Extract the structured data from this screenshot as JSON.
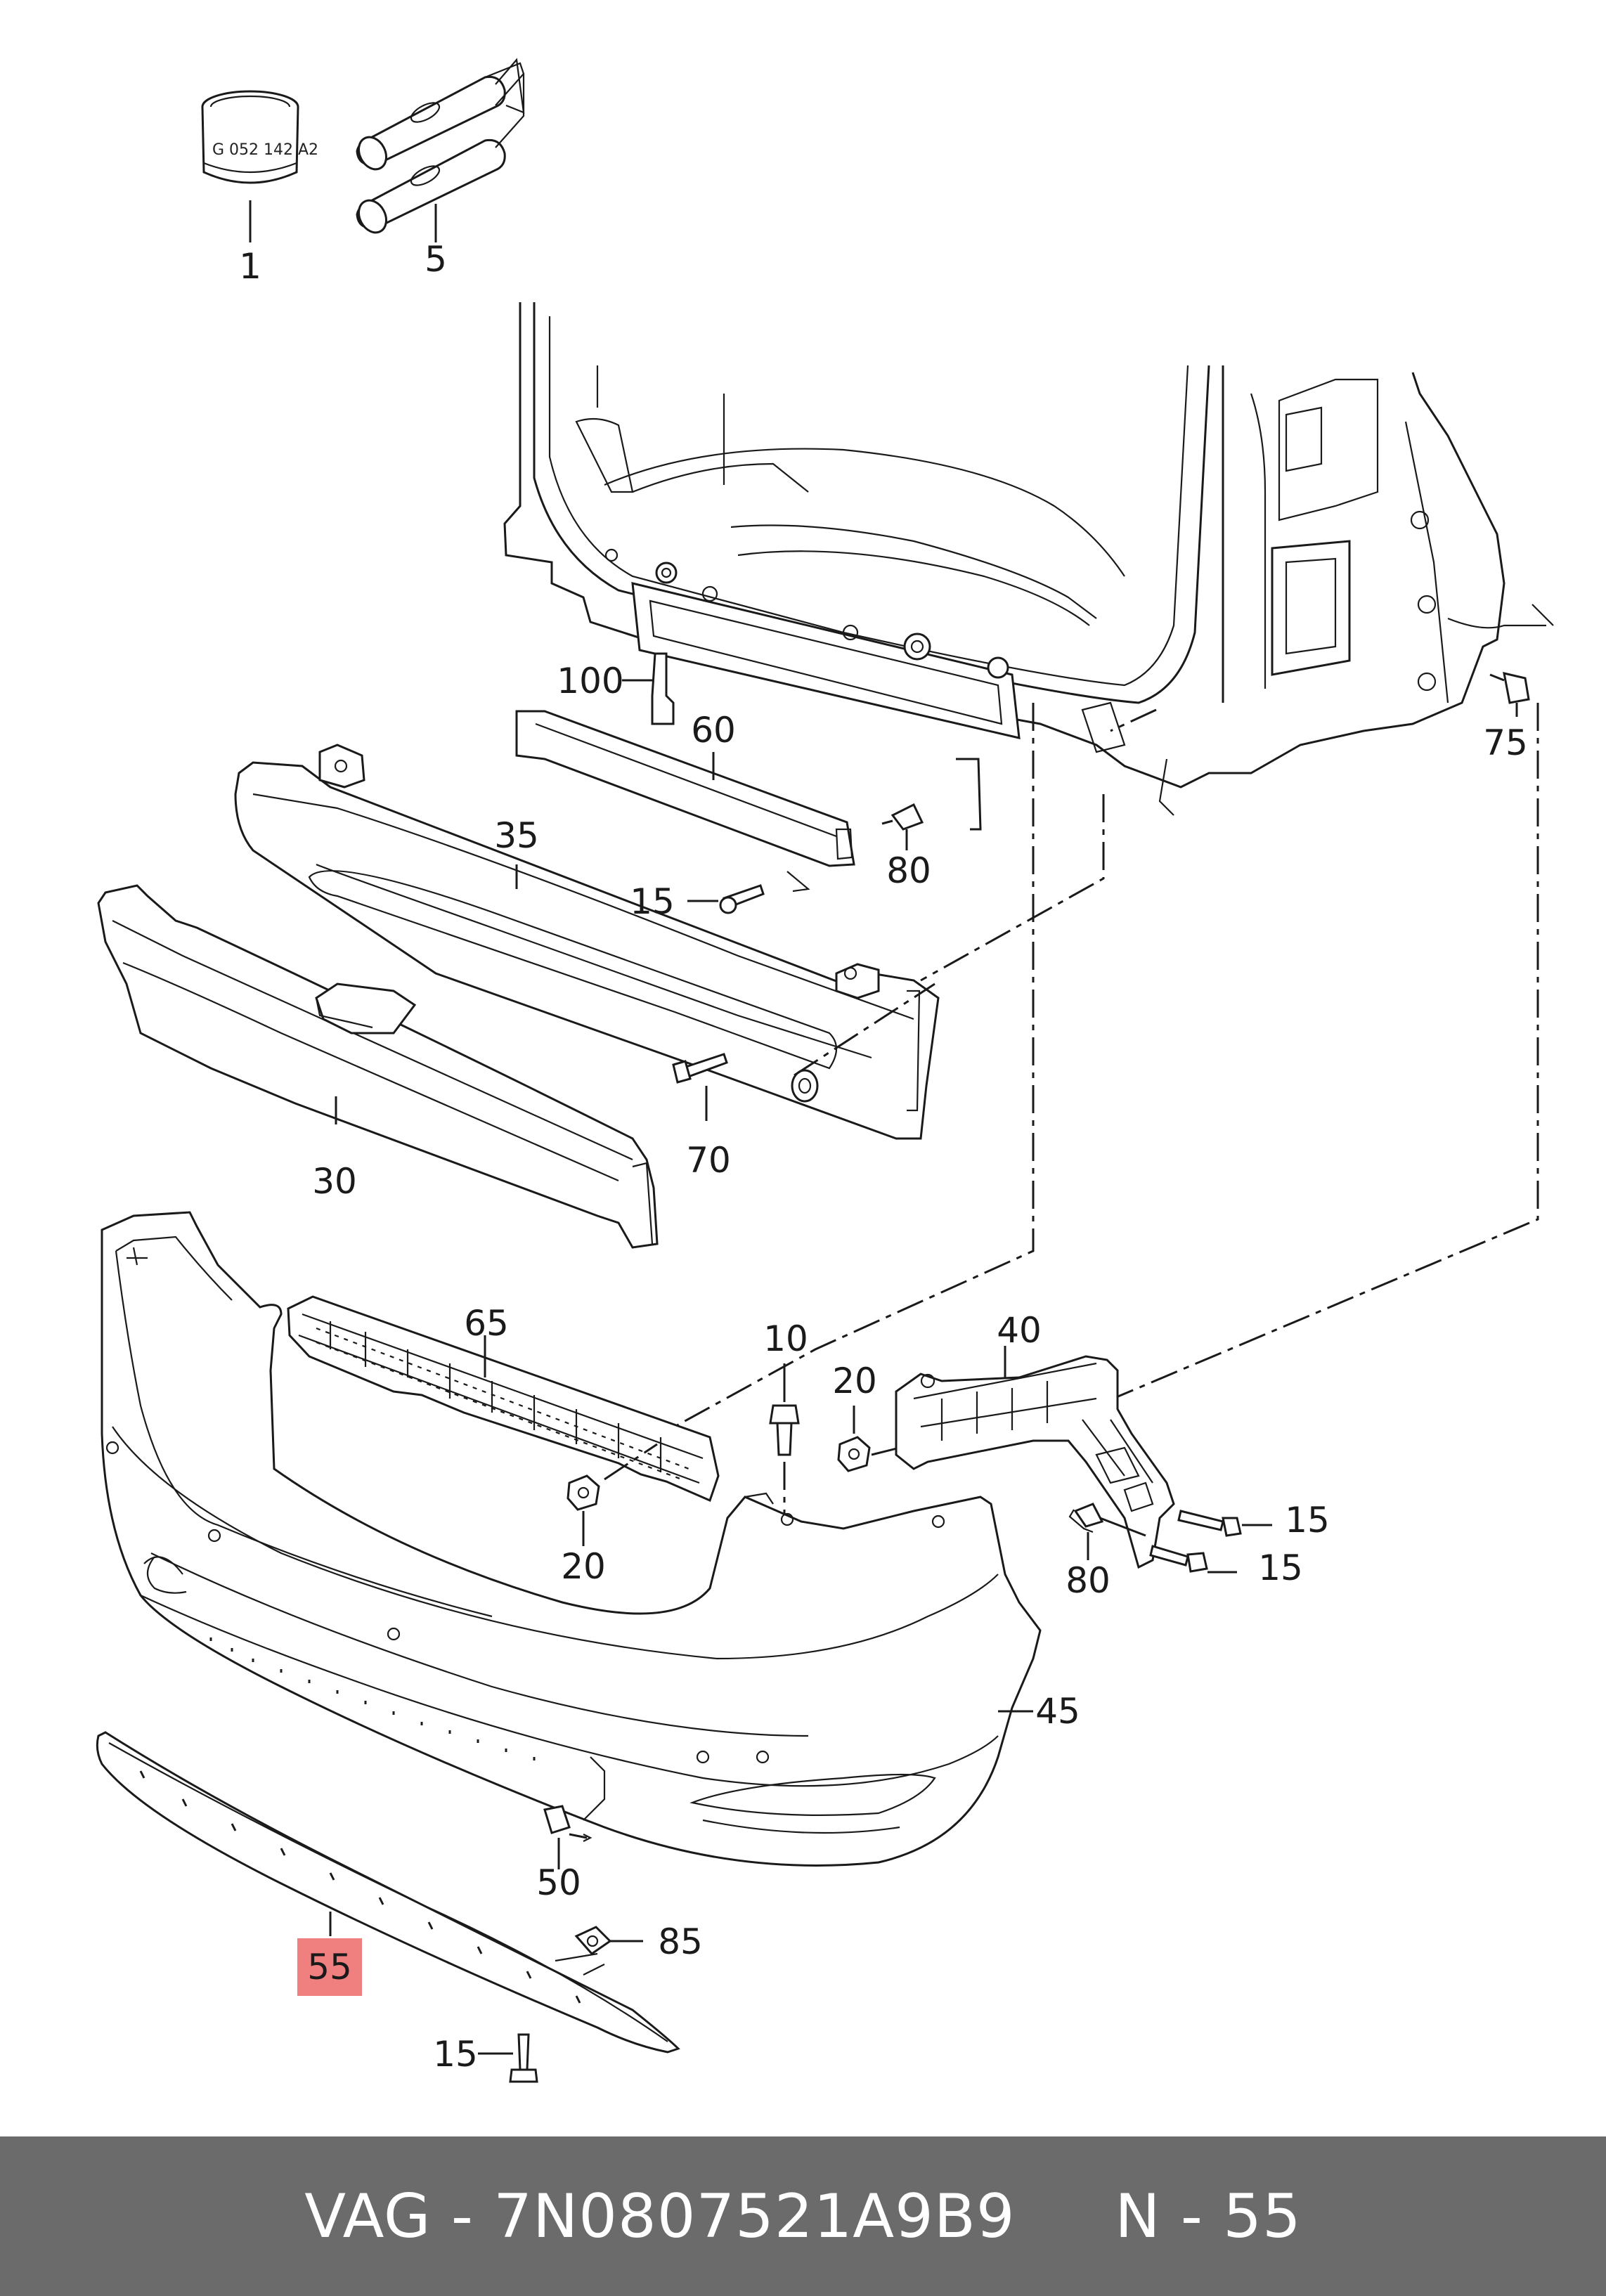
{
  "diagram": {
    "part_labels": {
      "sealant_can": "G 052 142 A2"
    },
    "callouts": [
      {
        "id": "c1",
        "text": "1"
      },
      {
        "id": "c5",
        "text": "5"
      },
      {
        "id": "c100",
        "text": "100"
      },
      {
        "id": "c60",
        "text": "60"
      },
      {
        "id": "c75",
        "text": "75"
      },
      {
        "id": "c35",
        "text": "35"
      },
      {
        "id": "c15a",
        "text": "15"
      },
      {
        "id": "c80a",
        "text": "80"
      },
      {
        "id": "c30",
        "text": "30"
      },
      {
        "id": "c70",
        "text": "70"
      },
      {
        "id": "c65",
        "text": "65"
      },
      {
        "id": "c10",
        "text": "10"
      },
      {
        "id": "c40",
        "text": "40"
      },
      {
        "id": "c20a",
        "text": "20"
      },
      {
        "id": "c20b",
        "text": "20"
      },
      {
        "id": "c15b",
        "text": "15"
      },
      {
        "id": "c80b",
        "text": "80"
      },
      {
        "id": "c15c",
        "text": "15"
      },
      {
        "id": "c45",
        "text": "45"
      },
      {
        "id": "c50",
        "text": "50"
      },
      {
        "id": "c85",
        "text": "85"
      },
      {
        "id": "c15d",
        "text": "15"
      }
    ],
    "highlighted_callout": {
      "text": "55",
      "color": "#f08080"
    }
  },
  "footer": {
    "text": "VAG - 7N0807521A9B9     N - 55",
    "background": "#6b6b6b"
  }
}
